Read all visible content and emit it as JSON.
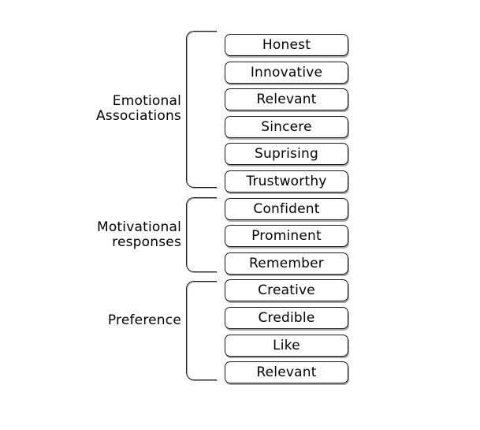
{
  "diagram": {
    "groups": [
      {
        "label": "Emotional\nAssociations",
        "items": [
          "Honest",
          "Innovative",
          "Relevant",
          "Sincere",
          "Suprising",
          "Trustworthy"
        ]
      },
      {
        "label": "Motivational\nresponses",
        "items": [
          "Confident",
          "Prominent",
          "Remember"
        ]
      },
      {
        "label": "Preference",
        "items": [
          "Creative",
          "Credible",
          "Like",
          "Relevant"
        ]
      }
    ],
    "colors": {
      "background": "#ffffff",
      "border": "#1b1b1b",
      "shadow": "#a3a3a3",
      "text": "#000000"
    }
  }
}
